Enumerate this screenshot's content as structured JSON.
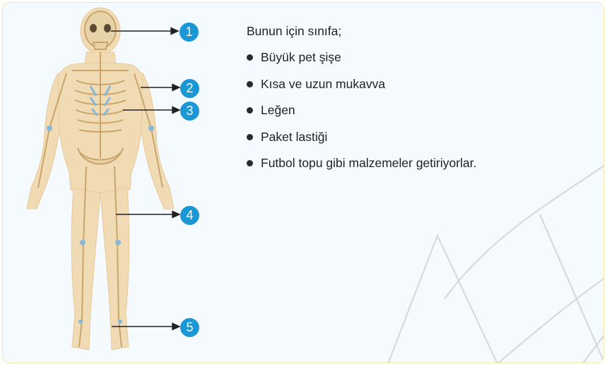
{
  "intro_text": "Bunun için sınıfa;",
  "materials": [
    "Büyük pet şişe",
    "Kısa ve uzun mukavva",
    "Leğen",
    "Paket lastiği",
    "Futbol topu gibi malzemeler getiriyorlar."
  ],
  "callouts": [
    "1",
    "2",
    "3",
    "4",
    "5"
  ],
  "colors": {
    "callout": "#1a97d4",
    "panel_background": "#f4fafd",
    "panel_border": "#f3e9a6",
    "watermark": "#d9d9d9"
  }
}
